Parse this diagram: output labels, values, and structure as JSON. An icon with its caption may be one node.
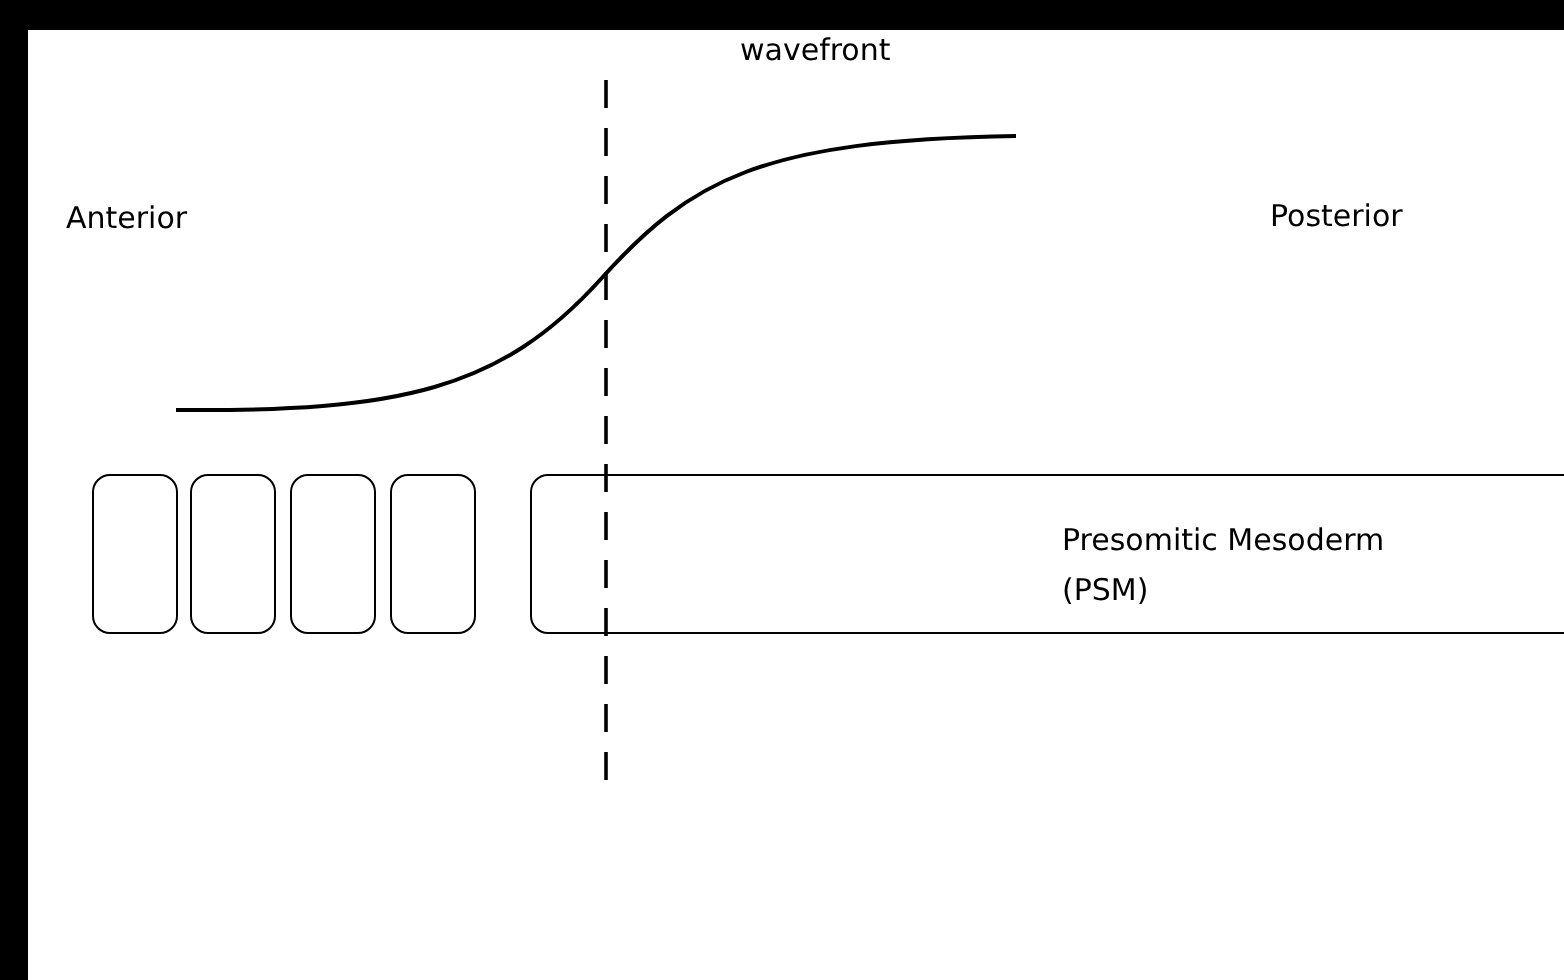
{
  "diagram": {
    "nodes": [
      {
        "text": [],
        "shape": "box"
      },
      {
        "text": [],
        "shape": "box"
      },
      {
        "text": [],
        "shape": "box"
      },
      {
        "text": [],
        "shape": "box"
      },
      {
        "text": [
          "Presomitic Mesoderm (PSM)"
        ]
      }
    ],
    "edges": [],
    "labels": [
      "wavefront",
      "Anterior",
      "Posterior"
    ]
  }
}
